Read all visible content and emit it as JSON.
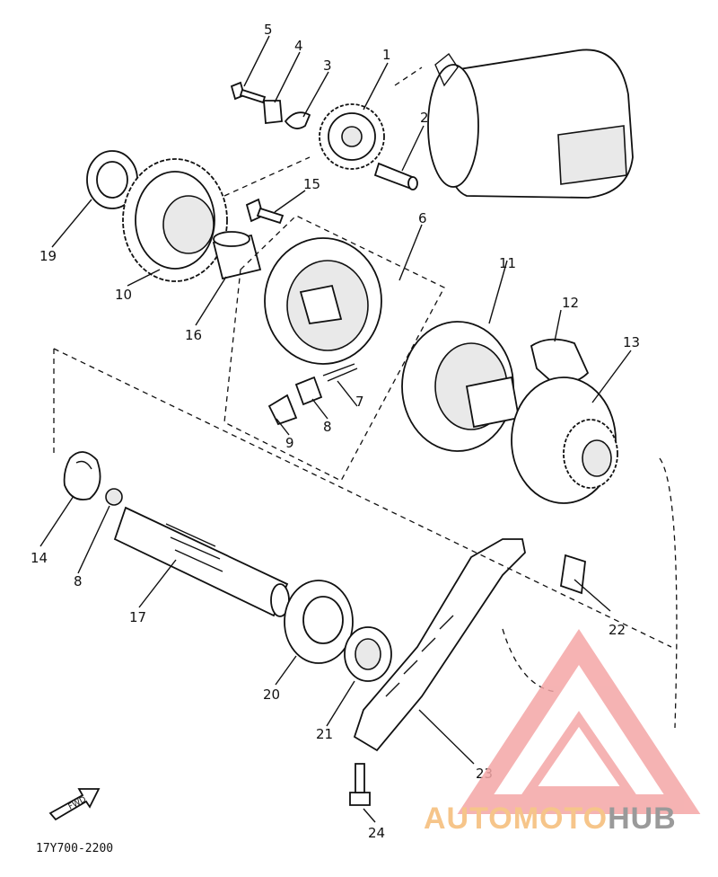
{
  "diagram": {
    "drawing_code": "17Y700-2200",
    "fwd_label": "FWD",
    "callouts": [
      {
        "id": "c1",
        "text": "1"
      },
      {
        "id": "c2",
        "text": "2"
      },
      {
        "id": "c3",
        "text": "3"
      },
      {
        "id": "c4",
        "text": "4"
      },
      {
        "id": "c5",
        "text": "5"
      },
      {
        "id": "c6",
        "text": "6"
      },
      {
        "id": "c7",
        "text": "7"
      },
      {
        "id": "c8a",
        "text": "8"
      },
      {
        "id": "c8b",
        "text": "8"
      },
      {
        "id": "c9",
        "text": "9"
      },
      {
        "id": "c10",
        "text": "10"
      },
      {
        "id": "c11",
        "text": "11"
      },
      {
        "id": "c12",
        "text": "12"
      },
      {
        "id": "c13",
        "text": "13"
      },
      {
        "id": "c14",
        "text": "14"
      },
      {
        "id": "c15",
        "text": "15"
      },
      {
        "id": "c16",
        "text": "16"
      },
      {
        "id": "c17",
        "text": "17"
      },
      {
        "id": "c19",
        "text": "19"
      },
      {
        "id": "c20",
        "text": "20"
      },
      {
        "id": "c21",
        "text": "21"
      },
      {
        "id": "c22",
        "text": "22"
      },
      {
        "id": "c23",
        "text": "23"
      },
      {
        "id": "c24",
        "text": "24"
      }
    ]
  },
  "watermark": {
    "word_part1": "AUTOMOTO",
    "word_part2": "HUB",
    "color_primary": "#f4a6a6",
    "color_secondary": "#f6c58a",
    "color_text_dark": "#9a9a9a"
  }
}
